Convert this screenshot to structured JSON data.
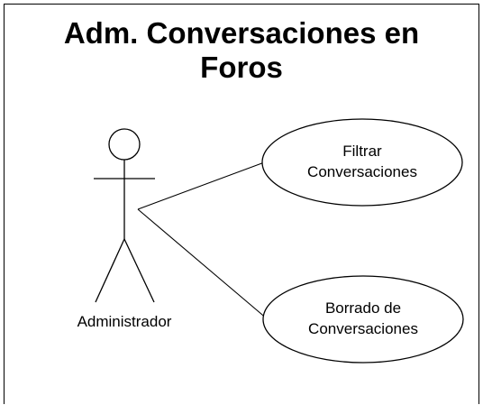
{
  "title_line1": "Adm. Conversaciones en",
  "title_line2": "Foros",
  "actor": {
    "label": "Administrador"
  },
  "use_cases": [
    {
      "line1": "Filtrar",
      "line2": "Conversaciones"
    },
    {
      "line1": "Borrado de",
      "line2": "Conversaciones"
    }
  ],
  "colors": {
    "stroke": "#000000",
    "background": "#ffffff"
  }
}
